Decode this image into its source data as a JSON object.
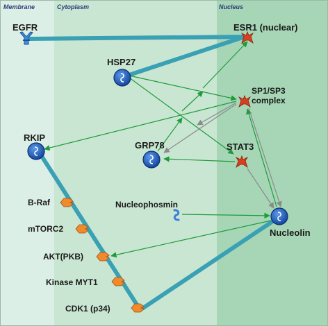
{
  "regions": {
    "membrane": "Membrane",
    "cytoplasm": "Cytoplasm",
    "nucleus": "Nucleus"
  },
  "nodes": {
    "egfr": "EGFR",
    "esr1": "ESR1 (nuclear)",
    "hsp27": "HSP27",
    "sp1_line1": "SP1/SP3",
    "sp1_line2": "complex",
    "rkip": "RKIP",
    "grp78": "GRP78",
    "stat3": "STAT3",
    "braf": "B-Raf",
    "nucleophosmin": "Nucleophosmin",
    "mtorc2": "mTORC2",
    "nucleolin": "Nucleolin",
    "akt": "AKT(PKB)",
    "myt1": "Kinase MYT1",
    "cdk1": "CDK1 (p34)"
  },
  "colors": {
    "membrane_bg": "#dcefe6",
    "cytoplasm_bg": "#c9e6d2",
    "nucleus_bg": "#a6d6b6",
    "binding_line": "#3aa0b4",
    "activation_arrow": "#1f9a3c",
    "gray_arrow": "#8a8a8a",
    "protein_blue": "#1e5fb8",
    "kinase_orange": "#f08a2a",
    "tf_red": "#d94020"
  }
}
